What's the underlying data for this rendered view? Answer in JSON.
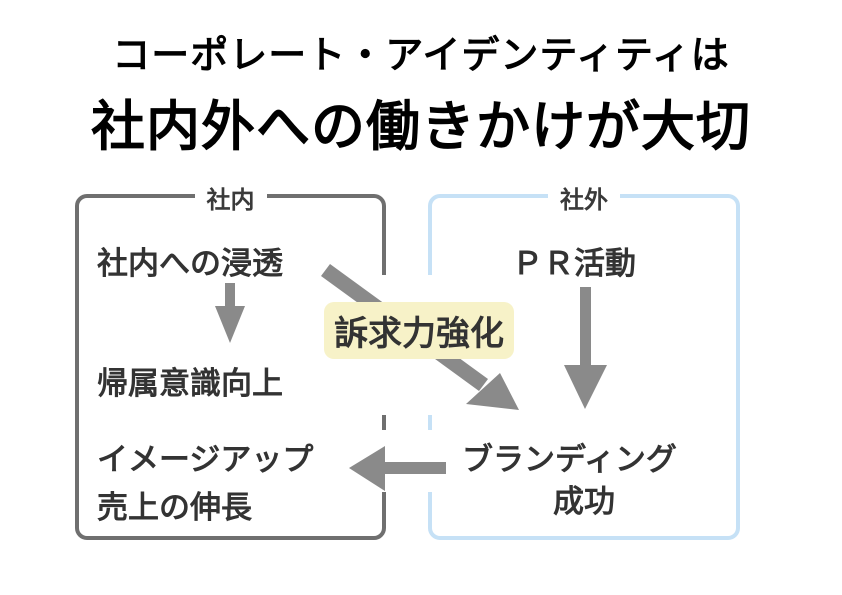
{
  "title": {
    "line1": "コーポレート・アイデンティティは",
    "line2": "社内外への働きかけが大切"
  },
  "internal": {
    "label": "社内",
    "items": [
      "社内への浸透",
      "帰属意識向上",
      "イメージアップ",
      "売上の伸長"
    ]
  },
  "external": {
    "label": "社外",
    "items": [
      "ＰＲ活動",
      "ブランディング",
      "成功"
    ]
  },
  "connector_label": "訴求力強化",
  "colors": {
    "internal_border": "#6f6f6f",
    "external_border": "#c6e1f6",
    "arrow": "#8a8a8a",
    "tag_background": "#f7f2c8"
  }
}
